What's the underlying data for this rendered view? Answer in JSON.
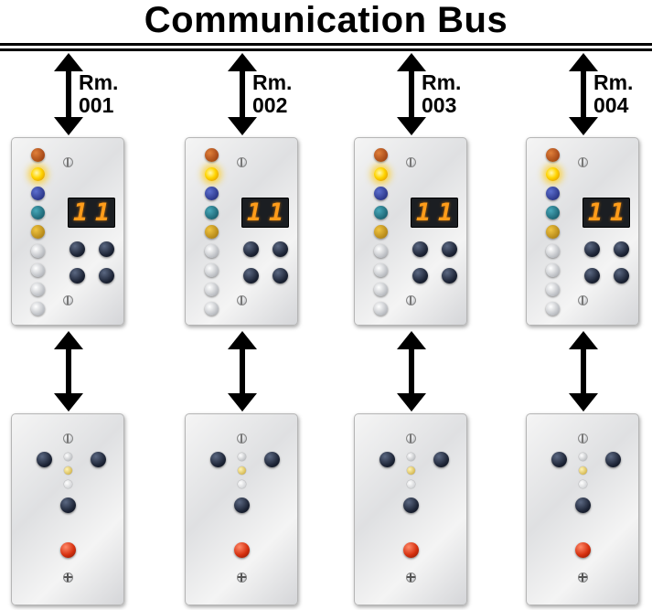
{
  "title": "Communication Bus",
  "rooms": [
    {
      "label_line1": "Rm.",
      "label_line2": "001",
      "display": [
        "1",
        "1"
      ]
    },
    {
      "label_line1": "Rm.",
      "label_line2": "002",
      "display": [
        "1",
        "1"
      ]
    },
    {
      "label_line1": "Rm.",
      "label_line2": "003",
      "display": [
        "1",
        "1"
      ]
    },
    {
      "label_line1": "Rm.",
      "label_line2": "004",
      "display": [
        "1",
        "1"
      ]
    }
  ],
  "upper_panel_leds": [
    "amber",
    "yellow-lit",
    "blue",
    "teal",
    "gold",
    "clear",
    "clear",
    "clear",
    "clear"
  ],
  "upper_panel_buttons": 4,
  "lower_panel": {
    "buttons": 4,
    "indicator_leds": [
      "clear",
      "yellow",
      "white"
    ],
    "call_button_color": "red"
  },
  "colors": {
    "bus": "#000000",
    "display_digits": "#ff9c1a",
    "buttons": "#1a2132",
    "call_button": "#d6300f"
  }
}
